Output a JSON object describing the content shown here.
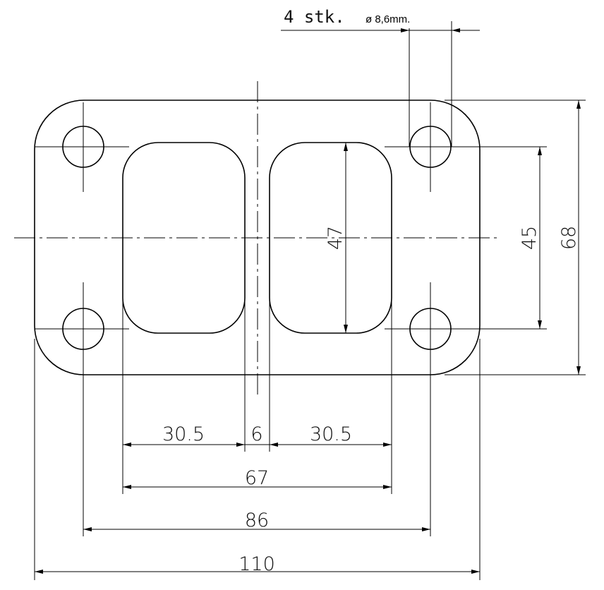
{
  "note": {
    "count": "4 stk.",
    "diameter": "ø 8,6mm."
  },
  "dimensions": {
    "port_width_left": "30.5",
    "divider": "6",
    "port_width_right": "30.5",
    "ports_total": "67",
    "hole_spacing_x": "86",
    "overall_width": "110",
    "port_height": "47",
    "hole_spacing_y": "45",
    "overall_height": "68"
  }
}
